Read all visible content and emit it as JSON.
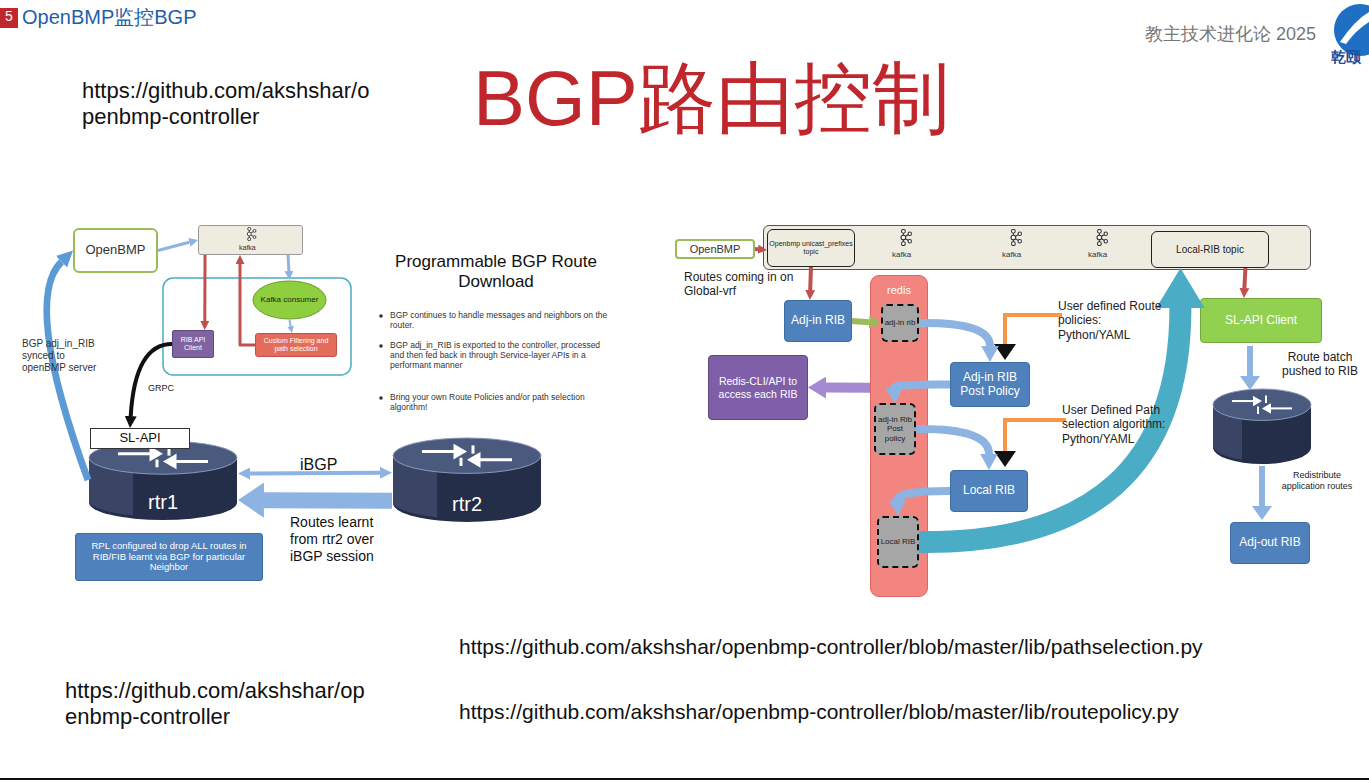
{
  "diagram": {
    "title": "BGP路由控制",
    "nodes": [
      {
        "text": [
          "OpenBMP"
        ]
      },
      {
        "text": [
          "kafka"
        ]
      },
      {
        "text": [
          "Kafka consumer"
        ]
      },
      {
        "text": [
          "RIB API Client"
        ]
      },
      {
        "text": [
          "Custom Filtering and path selection"
        ]
      },
      {
        "text": [
          "SL-API"
        ]
      },
      {
        "text": [
          "rtr1"
        ]
      },
      {
        "text": [
          "rtr2"
        ]
      },
      {
        "text": [
          "RPL configured to drop ALL routes in RIB/FIB learnt via BGP for particular Neighbor"
        ]
      },
      {
        "text": [
          "OpenBMP"
        ]
      },
      {
        "text": [
          "kafka",
          "kafka",
          "kafka"
        ]
      },
      {
        "text": [
          "Openbmp unicast_prefixes topic"
        ],
        "in": 10
      },
      {
        "text": [
          "Local-RIB topic"
        ],
        "in": 10
      },
      {
        "text": [
          "Adj-in RIB"
        ]
      },
      {
        "text": [
          "redis"
        ]
      },
      {
        "text": [
          "adj-in rib"
        ],
        "in": 14
      },
      {
        "text": [
          "adj-in Rib Post policy"
        ],
        "in": 14
      },
      {
        "text": [
          "Local RIB"
        ],
        "in": 14
      },
      {
        "text": [
          "Redis-CLI/API to access each RIB"
        ]
      },
      {
        "text": [
          "Adj-in RIB Post Policy"
        ]
      },
      {
        "text": [
          "Local RIB"
        ]
      },
      {
        "text": [
          "SL-API Client"
        ]
      },
      {
        "text": [
          "Adj-out RIB"
        ]
      }
    ],
    "edges": [
      {
        "from": 6,
        "to": 0,
        "arrow": "to",
        "label": "BGP adj_in_RIB synced to openBMP server"
      },
      {
        "from": 0,
        "to": 1,
        "arrow": "to"
      },
      {
        "from": 1,
        "to": 3,
        "arrow": "to"
      },
      {
        "from": 1,
        "to": 2,
        "arrow": "to"
      },
      {
        "from": 2,
        "to": 4,
        "arrow": "to"
      },
      {
        "from": 4,
        "to": 1,
        "arrow": "to"
      },
      {
        "from": 3,
        "to": 5,
        "arrow": "to",
        "label": "GRPC"
      },
      {
        "from": 6,
        "to": 7,
        "arrow": "both",
        "label": "iBGP"
      },
      {
        "from": 7,
        "to": 6,
        "arrow": "to",
        "label": "Routes learnt from rtr2 over iBGP session"
      },
      {
        "from": 9,
        "to": 11,
        "arrow": "to"
      },
      {
        "from": 11,
        "to": 13,
        "arrow": "to"
      },
      {
        "from": 13,
        "to": 15,
        "arrow": "to"
      },
      {
        "from": 15,
        "to": 19,
        "arrow": "to"
      },
      {
        "from": 19,
        "to": 16,
        "arrow": "to"
      },
      {
        "from": 16,
        "to": 20,
        "arrow": "to"
      },
      {
        "from": 20,
        "to": 17,
        "arrow": "to"
      },
      {
        "from": 17,
        "to": 12,
        "arrow": "to"
      },
      {
        "from": 12,
        "to": 21,
        "arrow": "to"
      },
      {
        "from": 14,
        "to": 18,
        "arrow": "to"
      }
    ],
    "labels": [
      "5",
      "OpenBMP监控BGP",
      "教主技术进化论 2025",
      "乾颐",
      "https://github.com/akshshar/openbmp-controller",
      "Programmable BGP Route Download",
      "BGP continues to handle messages and neighbors on the router.",
      "BGP adj_in_RIB is exported to the controller, processed and then fed back in through Service-layer APIs in a performant manner",
      "Bring your own Route Policies and/or path selection algorithm!",
      "Routes coming in on Global-vrf",
      "User defined Route policies: Python/YAML",
      "User Defined Path selection algorithm: Python/YAML",
      "Route batch pushed to RIB",
      "Redistribute application routes",
      "https://github.com/akshshar/openbmp-controller/blob/master/lib/pathselection.py",
      "https://github.com/akshshar/openbmp-controller/blob/master/lib/routepolicy.py",
      "https://github.com/akshshar/openbmp-controller"
    ]
  }
}
